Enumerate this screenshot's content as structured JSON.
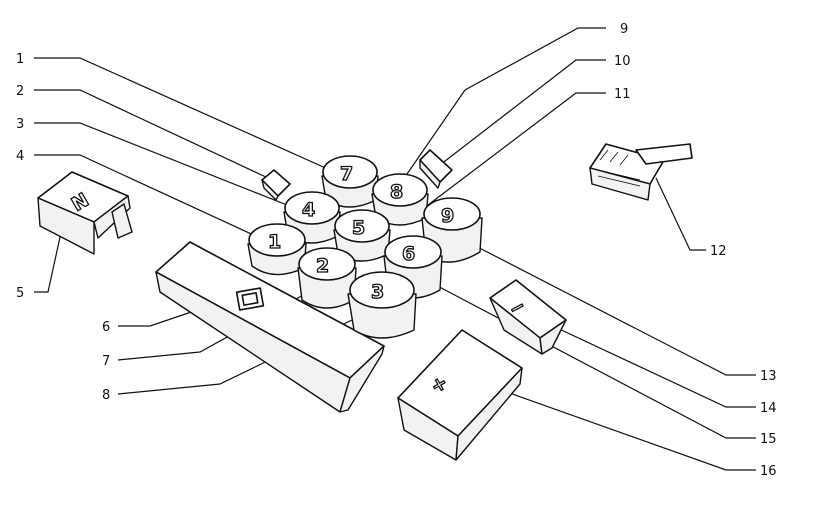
{
  "keypad": {
    "digit_keys": [
      "7",
      "8",
      "4",
      "5",
      "9",
      "1",
      "6",
      "2",
      "3"
    ],
    "zero_key_label": "N",
    "plus_key_symbol": "+",
    "minus_key_symbol": "−",
    "square_key_symbol": "□"
  },
  "callouts": [
    "1",
    "2",
    "3",
    "4",
    "5",
    "6",
    "7",
    "8",
    "9",
    "10",
    "11",
    "12",
    "13",
    "14",
    "15",
    "16"
  ],
  "colors": {
    "ink": "#111111",
    "paper": "#ffffff"
  }
}
